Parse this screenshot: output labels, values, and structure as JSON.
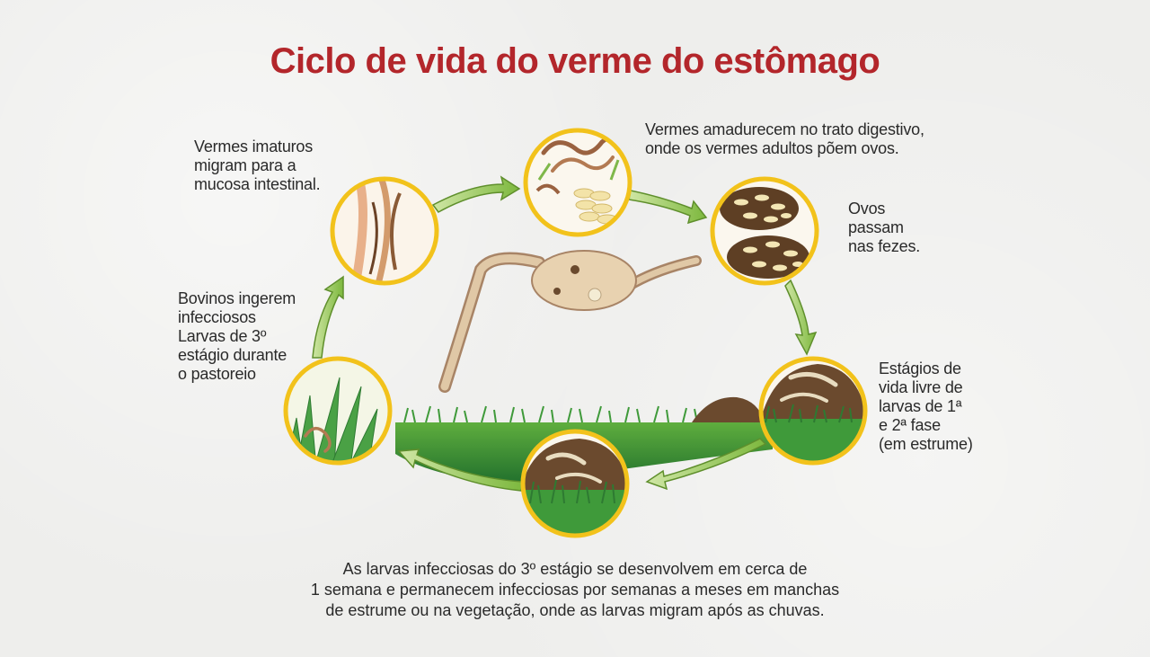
{
  "title": "Ciclo de vida do verme do estômago",
  "stages": {
    "adults": "Vermes amadurecem no trato digestivo,\nonde os vermes adultos põem ovos.",
    "eggs": "Ovos\npassam\nnas fezes.",
    "free_living": "Estágios de\nvida livre de\nlarvas de 1ª\ne 2ª fase\n(em estrume)",
    "infective": "As larvas infecciosas do 3º estágio se desenvolvem em cerca de\n1 semana e permanecem infecciosas por semanas a meses em manchas\nde estrume ou na vegetação, onde as larvas migram após as chuvas.",
    "ingestion": "Bovinos ingerem\ninfecciosos\nLarvas de 3º\nestágio durante\no pastoreio",
    "migration": "Vermes imaturos\nmigram para a\nmucosa intestinal."
  },
  "colors": {
    "title": "#b3262b",
    "circle_ring": "#f2c21b",
    "arrow": "#8fc24a",
    "grass": "#2e8b3a",
    "manure": "#6b4a2e",
    "stomach": "#e8d2b0"
  }
}
